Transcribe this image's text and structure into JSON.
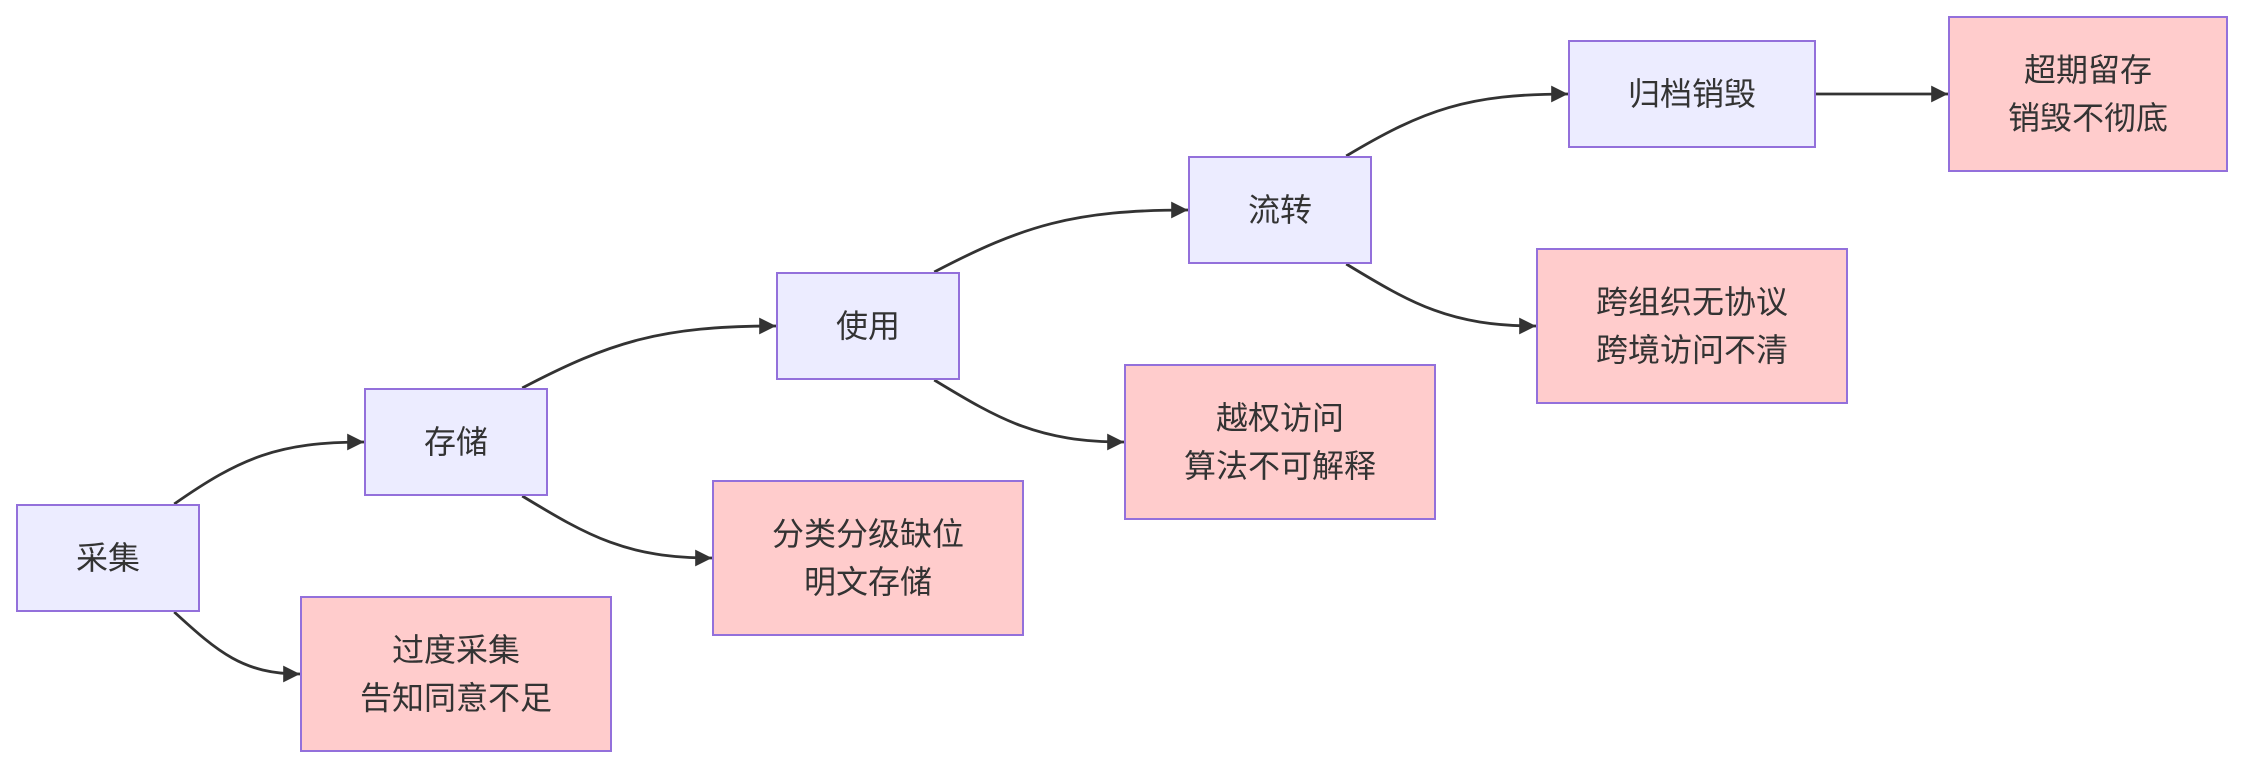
{
  "diagram": {
    "stages": [
      {
        "id": "collect",
        "label": "采集"
      },
      {
        "id": "store",
        "label": "存储"
      },
      {
        "id": "use",
        "label": "使用"
      },
      {
        "id": "transfer",
        "label": "流转"
      },
      {
        "id": "archive",
        "label": "归档销毁"
      }
    ],
    "risks": [
      {
        "id": "risk-collect",
        "label": "过度采集\n告知同意不足"
      },
      {
        "id": "risk-store",
        "label": "分类分级缺位\n明文存储"
      },
      {
        "id": "risk-use",
        "label": "越权访问\n算法不可解释"
      },
      {
        "id": "risk-transfer",
        "label": "跨组织无协议\n跨境访问不清"
      },
      {
        "id": "risk-archive",
        "label": "超期留存\n销毁不彻底"
      }
    ],
    "edges": [
      {
        "from": "collect",
        "to": "store"
      },
      {
        "from": "collect",
        "to": "risk-collect"
      },
      {
        "from": "store",
        "to": "use"
      },
      {
        "from": "store",
        "to": "risk-store"
      },
      {
        "from": "use",
        "to": "transfer"
      },
      {
        "from": "use",
        "to": "risk-use"
      },
      {
        "from": "transfer",
        "to": "archive"
      },
      {
        "from": "transfer",
        "to": "risk-transfer"
      },
      {
        "from": "archive",
        "to": "risk-archive"
      }
    ],
    "colors": {
      "stage_fill": "#ececff",
      "risk_fill": "#ffcccc",
      "border": "#9370db",
      "edge": "#333333",
      "text": "#333333"
    }
  }
}
